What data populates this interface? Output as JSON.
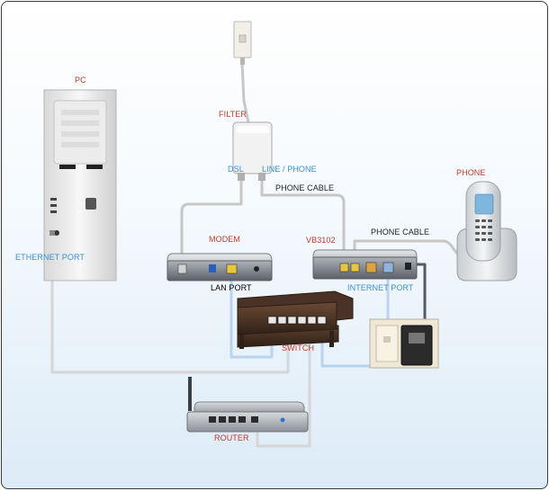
{
  "colors": {
    "device_label": "#c0392b",
    "port_label": "#3a8fd0",
    "cable_label": "#222222",
    "cable": "#c7c7c7",
    "ethernet_cable": "#b9d4ee"
  },
  "labels": {
    "pc": "PC",
    "ethernet_port": "ETHERNET PORT",
    "filter": "FILTER",
    "dsl": "DSL",
    "line_phone": "LINE / PHONE",
    "phone_cable_1": "PHONE CABLE",
    "phone": "PHONE",
    "modem": "MODEM",
    "vb3102": "VB3102",
    "phone_cable_2": "PHONE CABLE",
    "lan_port": "LAN PORT",
    "internet_port": "INTERNET PORT",
    "switch": "SWITCH",
    "router": "ROUTER"
  },
  "icons": {
    "wall_jack": "wall-phone-jack-icon",
    "filter": "dsl-filter-icon",
    "pc": "pc-tower-icon",
    "modem": "dsl-modem-icon",
    "vb3102": "vb3102-adapter-icon",
    "phone": "cordless-phone-icon",
    "switch": "network-switch-icon",
    "wall_outlet": "wall-ethernet-outlet-icon",
    "router": "router-icon"
  }
}
